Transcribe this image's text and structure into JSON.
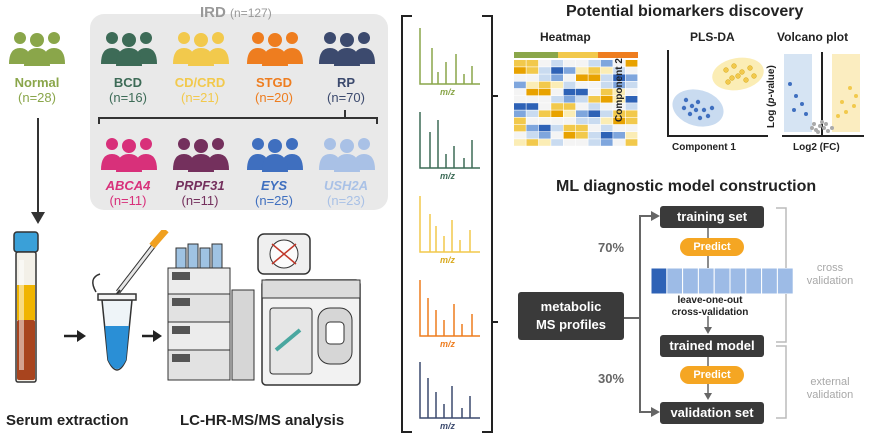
{
  "groups": {
    "normal": {
      "label": "Normal",
      "count": "(n=28)",
      "color": "#8aa64a"
    },
    "ird_title": "IRD",
    "ird_count": "(n=127)",
    "subtypes": [
      {
        "label": "BCD",
        "count": "(n=16)",
        "color": "#3d6b57"
      },
      {
        "label": "CD/CRD",
        "count": "(n=21)",
        "color": "#f2c94c"
      },
      {
        "label": "STGD",
        "count": "(n=20)",
        "color": "#ee7d1f"
      },
      {
        "label": "RP",
        "count": "(n=70)",
        "color": "#3c4a6e"
      }
    ],
    "genes": [
      {
        "label": "ABCA4",
        "count": "(n=11)",
        "color": "#d8307a"
      },
      {
        "label": "PRPF31",
        "count": "(n=11)",
        "color": "#74305d"
      },
      {
        "label": "EYS",
        "count": "(n=25)",
        "color": "#3f6fbf"
      },
      {
        "label": "USH2A",
        "count": "(n=23)",
        "color": "#a9c1e6"
      }
    ]
  },
  "steps": {
    "serum": "Serum extraction",
    "lcms": "LC-HR-MS/MS analysis"
  },
  "spectra": {
    "axis_label": "m/z",
    "colors": [
      "#8aa64a",
      "#3d6b57",
      "#f2c94c",
      "#ee7d1f",
      "#3c4a6e"
    ]
  },
  "biomarkers": {
    "title": "Potential biomarkers discovery",
    "heatmap": "Heatmap",
    "plsda": "PLS-DA",
    "plsda_x": "Component 1",
    "plsda_y": "Component 2",
    "volcano": "Volcano plot",
    "volcano_x": "Log2 (FC)",
    "volcano_y_prefix": "Log (",
    "volcano_y_italic": "p",
    "volcano_y_suffix": "-value)"
  },
  "ml": {
    "title": "ML diagnostic model construction",
    "profiles_line1": "metabolic",
    "profiles_line2": "MS profiles",
    "training": "training set",
    "predict": "Predict",
    "loo_line1": "leave-one-out",
    "loo_line2": "cross-validation",
    "trained": "trained model",
    "validation": "validation set",
    "pct_train": "70%",
    "pct_val": "30%",
    "cross_line1": "cross",
    "cross_line2": "validation",
    "external_line1": "external",
    "external_line2": "validation"
  }
}
